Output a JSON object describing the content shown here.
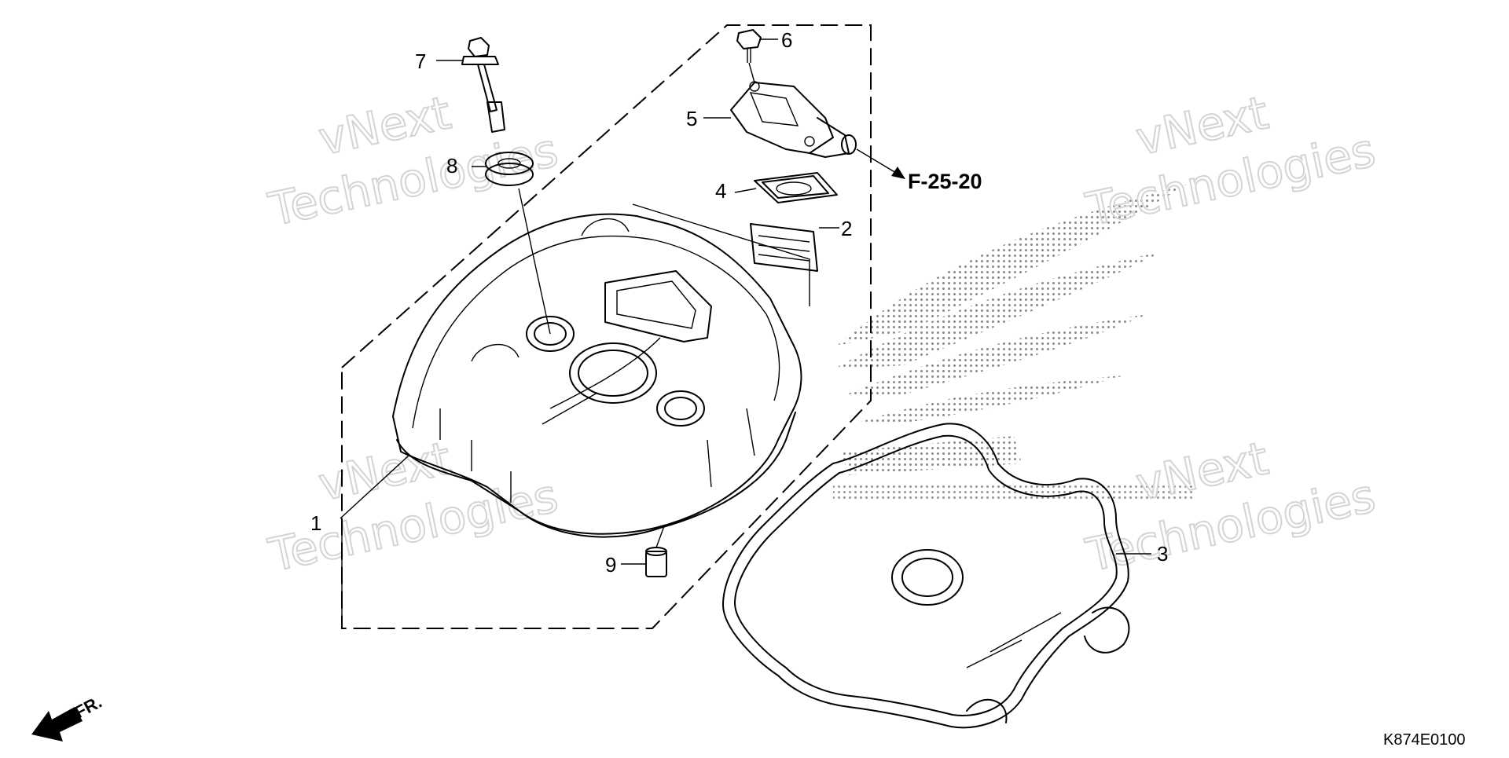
{
  "diagram": {
    "callouts": [
      {
        "id": "1",
        "label": "1"
      },
      {
        "id": "2",
        "label": "2"
      },
      {
        "id": "3",
        "label": "3"
      },
      {
        "id": "4",
        "label": "4"
      },
      {
        "id": "5",
        "label": "5"
      },
      {
        "id": "6",
        "label": "6"
      },
      {
        "id": "7",
        "label": "7"
      },
      {
        "id": "8",
        "label": "8"
      },
      {
        "id": "9",
        "label": "9"
      }
    ],
    "reference": "F-25-20",
    "direction_label": "FR.",
    "diagram_code": "K874E0100"
  },
  "watermark": {
    "line1": "vNext",
    "line2": "Technologies"
  },
  "colors": {
    "ink": "#000000",
    "watermark": "#d4d4d4",
    "logo_dots": "#8a8a8a"
  }
}
